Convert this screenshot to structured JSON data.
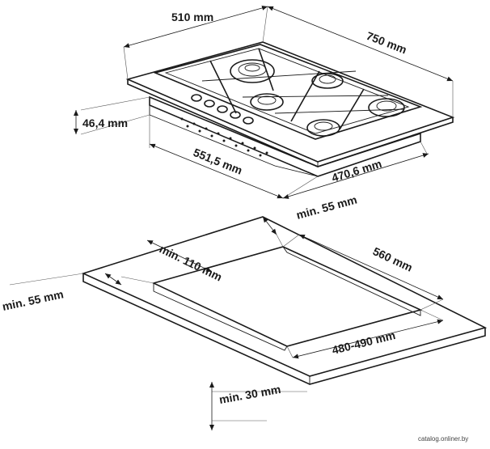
{
  "dimensions": {
    "hob_depth": "510 mm",
    "hob_width": "750 mm",
    "hob_height": "46,4 mm",
    "hob_cut_depth": "551,5 mm",
    "hob_cut_width": "470,6 mm",
    "clearance_back": "min. 55 mm",
    "clearance_left_side": "min. 110 mm",
    "cutout_length": "560 mm",
    "clearance_front": "min. 55 mm",
    "cutout_depth": "480-490 mm",
    "clearance_below": "min. 30 mm"
  },
  "watermark": "catalog.onliner.by"
}
